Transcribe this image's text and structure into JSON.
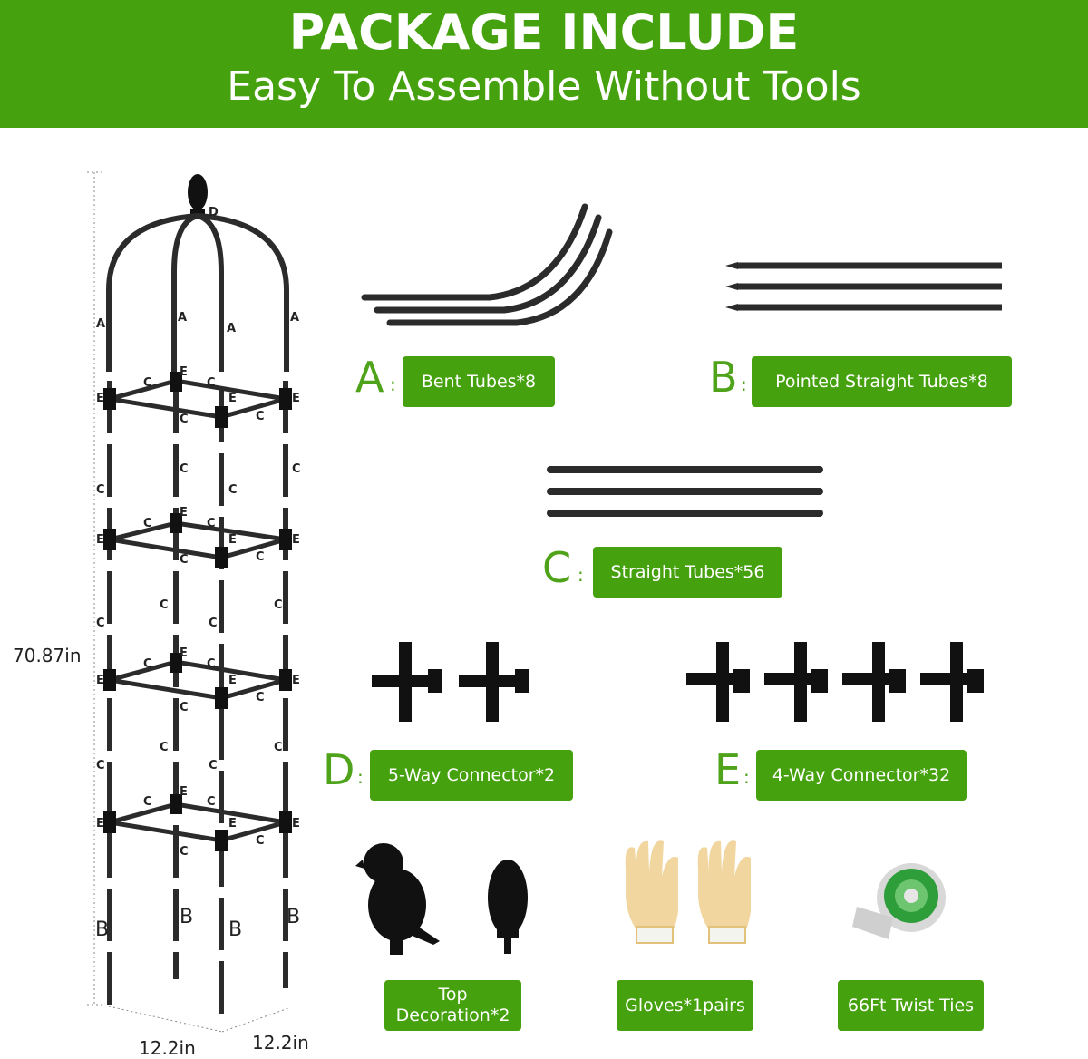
{
  "banner": {
    "title": "PACKAGE INCLUDE",
    "subtitle": "Easy To Assemble Without Tools"
  },
  "dimensions": {
    "height": "70.87in",
    "width1": "12.2in",
    "width2": "12.2in"
  },
  "parts": {
    "a": {
      "letter": "A",
      "colon": ":",
      "label": "Bent Tubes*8"
    },
    "b": {
      "letter": "B",
      "colon": ":",
      "label": "Pointed Straight Tubes*8"
    },
    "c": {
      "letter": "C",
      "colon": ":",
      "label": "Straight Tubes*56"
    },
    "d": {
      "letter": "D",
      "colon": ":",
      "label": "5-Way Connector*2"
    },
    "e": {
      "letter": "E",
      "colon": ":",
      "label": "4-Way Connector*32"
    },
    "top": {
      "label": "Top Decoration*2"
    },
    "gloves": {
      "label": "Gloves*1pairs"
    },
    "ties": {
      "label": "66Ft Twist Ties"
    }
  },
  "diagram_labels": {
    "a": "A",
    "b": "B",
    "c": "C",
    "d": "D",
    "e": "E"
  },
  "colors": {
    "brand_green": "#45a10d",
    "letter_green": "#4fa31a",
    "tube": "#2b2b2b"
  }
}
